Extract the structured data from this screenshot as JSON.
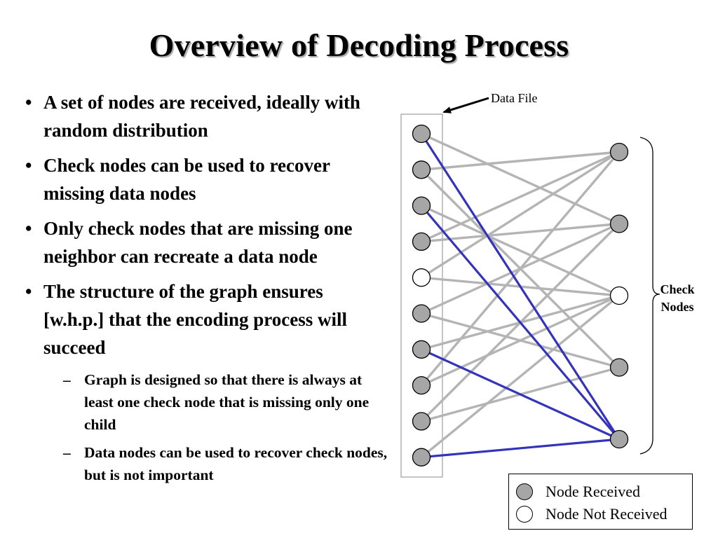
{
  "title": "Overview of Decoding Process",
  "bullets": [
    {
      "text": "A set of nodes are received, ideally with random distribution"
    },
    {
      "text": "Check nodes can be used to recover missing data nodes"
    },
    {
      "text": "Only check nodes that are missing one neighbor can recreate a data node"
    },
    {
      "text": "The structure of the graph ensures [w.h.p.] that the encoding process will succeed"
    }
  ],
  "bullet_mark": "•",
  "sub_bullets": [
    {
      "text": "Graph is designed so that there is always at least one check node that is missing only one child"
    },
    {
      "text": "Data nodes can be used to recover check nodes, but is not important"
    }
  ],
  "sub_mark": "–",
  "diagram": {
    "data_file_label": "Data File",
    "check_nodes_label": [
      "Check",
      "Nodes"
    ],
    "data_nodes": [
      {
        "received": true
      },
      {
        "received": true
      },
      {
        "received": true
      },
      {
        "received": true
      },
      {
        "received": false
      },
      {
        "received": true
      },
      {
        "received": true
      },
      {
        "received": true
      },
      {
        "received": true
      },
      {
        "received": true
      }
    ],
    "check_nodes": [
      {
        "received": true
      },
      {
        "received": true
      },
      {
        "received": false
      },
      {
        "received": true
      },
      {
        "received": true
      }
    ],
    "edges": [
      [
        0,
        1,
        "gray"
      ],
      [
        0,
        4,
        "blue"
      ],
      [
        1,
        0,
        "gray"
      ],
      [
        1,
        3,
        "gray"
      ],
      [
        2,
        4,
        "blue"
      ],
      [
        2,
        2,
        "gray"
      ],
      [
        3,
        1,
        "gray"
      ],
      [
        3,
        0,
        "gray"
      ],
      [
        4,
        2,
        "gray"
      ],
      [
        4,
        0,
        "gray"
      ],
      [
        5,
        3,
        "gray"
      ],
      [
        5,
        1,
        "gray"
      ],
      [
        6,
        2,
        "gray"
      ],
      [
        6,
        4,
        "blue"
      ],
      [
        7,
        0,
        "gray"
      ],
      [
        7,
        2,
        "gray"
      ],
      [
        8,
        1,
        "gray"
      ],
      [
        8,
        3,
        "gray"
      ],
      [
        9,
        2,
        "gray"
      ],
      [
        9,
        4,
        "blue"
      ]
    ],
    "colors": {
      "received": "#a6a6a6",
      "not_received": "#ffffff",
      "gray_edge": "#b4b4b4",
      "blue_edge": "#3333bb"
    }
  },
  "legend": {
    "received_label": "Node Received",
    "not_received_label": "Node Not Received"
  }
}
